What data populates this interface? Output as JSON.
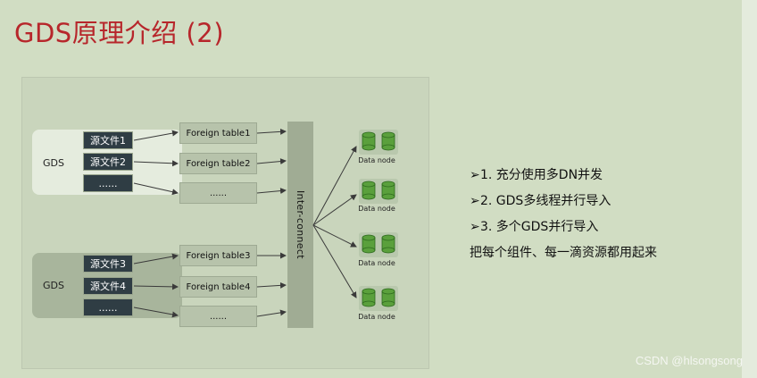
{
  "title": "GDS原理介绍 (2)",
  "gds_groups": [
    {
      "label": "GDS",
      "files": [
        "源文件1",
        "源文件2",
        "......"
      ]
    },
    {
      "label": "GDS",
      "files": [
        "源文件3",
        "源文件4",
        "......"
      ]
    }
  ],
  "foreign_tables": [
    "Foreign table1",
    "Foreign table2",
    "......",
    "Foreign table3",
    "Foreign table4",
    "......"
  ],
  "interconnect_label": "Inter-connect",
  "data_nodes": [
    "Data node",
    "Data node",
    "Data node",
    "Data node"
  ],
  "bullet_symbol": "➢",
  "bullets": [
    "1. 充分使用多DN并发",
    "2. GDS多线程并行导入",
    "3. 多个GDS并行导入"
  ],
  "summary": "把每个组件、每一滴资源都用起来",
  "watermark": "CSDN @hlsongsong",
  "colors": {
    "title": "#b7262b",
    "source_file": "#2f3d44",
    "db_green": "#5aa03c"
  }
}
